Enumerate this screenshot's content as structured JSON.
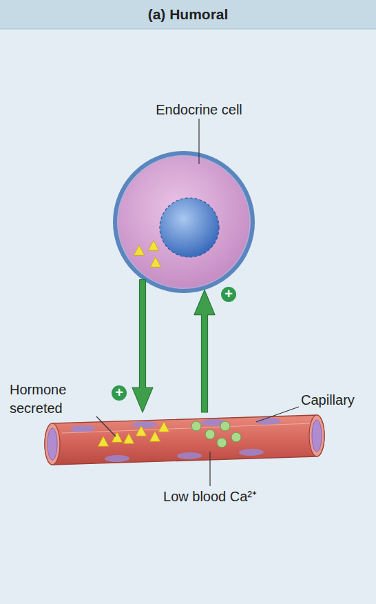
{
  "diagram": {
    "title": "(a) Humoral",
    "nodes": [
      {
        "text": [
          "Endocrine cell"
        ]
      },
      {
        "text": [
          "Capillary"
        ]
      }
    ],
    "edges": [
      {
        "from": 0,
        "to": 1,
        "arrow": "to",
        "label": "+"
      },
      {
        "from": 1,
        "to": 0,
        "arrow": "to",
        "label": "+"
      }
    ],
    "labels": [
      "Hormone secreted",
      "Low blood Ca²⁺"
    ]
  }
}
